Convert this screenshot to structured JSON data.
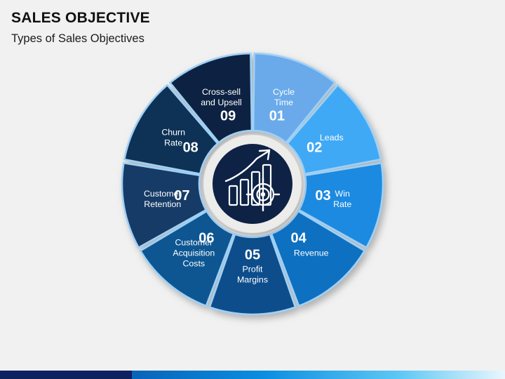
{
  "header": {
    "title": "SALES OBJECTIVE",
    "subtitle": "Types of Sales Objectives"
  },
  "diagram": {
    "type": "flower-petal-cycle",
    "center_icon": "growth-chart-target-icon",
    "petal_count": 9,
    "petals": [
      {
        "number": "01",
        "label": "Cycle\nTime",
        "label_line1": "Cycle",
        "label_line2": "Time",
        "color": "#6aaaea"
      },
      {
        "number": "02",
        "label": "Leads",
        "label_line1": "Leads",
        "label_line2": "",
        "color": "#3fa9f5"
      },
      {
        "number": "03",
        "label": "Win\nRate",
        "label_line1": "Win",
        "label_line2": "Rate",
        "color": "#1f8ae0"
      },
      {
        "number": "04",
        "label": "Revenue",
        "label_line1": "Revenue",
        "label_line2": "",
        "color": "#0b6fc0"
      },
      {
        "number": "05",
        "label": "Profit\nMargins",
        "label_line1": "Profit",
        "label_line2": "Margins",
        "color": "#0d4e8c"
      },
      {
        "number": "06",
        "label": "Customer\nAcquisition\nCosts",
        "label_line1": "Customer",
        "label_line2": "Acquisition",
        "label_line3": "Costs",
        "color": "#0f5692"
      },
      {
        "number": "07",
        "label": "Customer\nRetention",
        "label_line1": "Customer",
        "label_line2": "Retention",
        "color": "#123a66"
      },
      {
        "number": "08",
        "label": "Churn\nRate",
        "label_line1": "Churn",
        "label_line2": "Rate",
        "color": "#0f3056"
      },
      {
        "number": "09",
        "label": "Cross-sell\nand Upsell",
        "label_line1": "Cross-sell",
        "label_line2": "and Upsell",
        "color": "#0a2342"
      }
    ]
  },
  "colors": {
    "background": "#f1f1f1",
    "petal_border": "#9fd0f5",
    "hub_ring": "#ececea",
    "hub_core": "#0b2444",
    "bar_navy": "#0f2060",
    "bar_blue": "#0a8ee0",
    "bar_light": "#eaf6fd"
  }
}
